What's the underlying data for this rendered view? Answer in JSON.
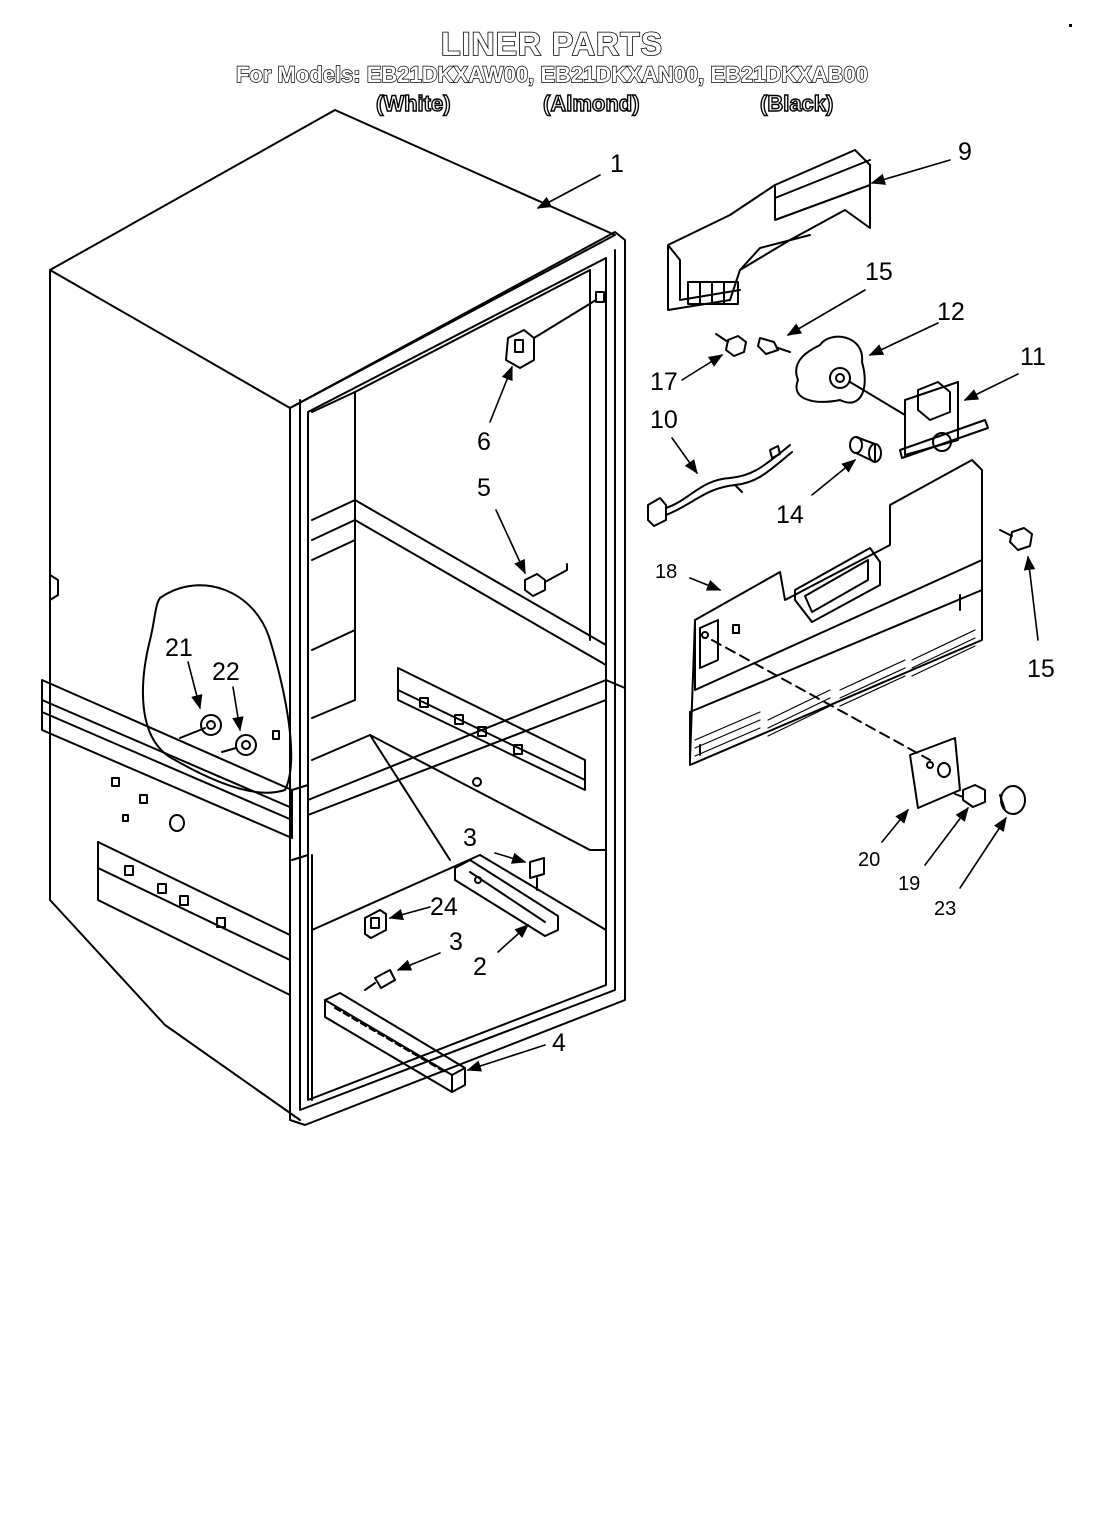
{
  "header": {
    "title": "LINER PARTS",
    "models_line": "For Models: EB21DKXAW00, EB21DKXAN00, EB21DKXAB00",
    "variants": [
      "(White)",
      "(Almond)",
      "(Black)"
    ]
  },
  "callouts": {
    "p1": "1",
    "p2": "2",
    "p3a": "3",
    "p3b": "3",
    "p4": "4",
    "p5": "5",
    "p6": "6",
    "p9": "9",
    "p10": "10",
    "p11": "11",
    "p12": "12",
    "p14": "14",
    "p15a": "15",
    "p15b": "15",
    "p17": "17",
    "p18": "18",
    "p19": "19",
    "p20": "20",
    "p21": "21",
    "p22": "22",
    "p23": "23",
    "p24": "24"
  }
}
